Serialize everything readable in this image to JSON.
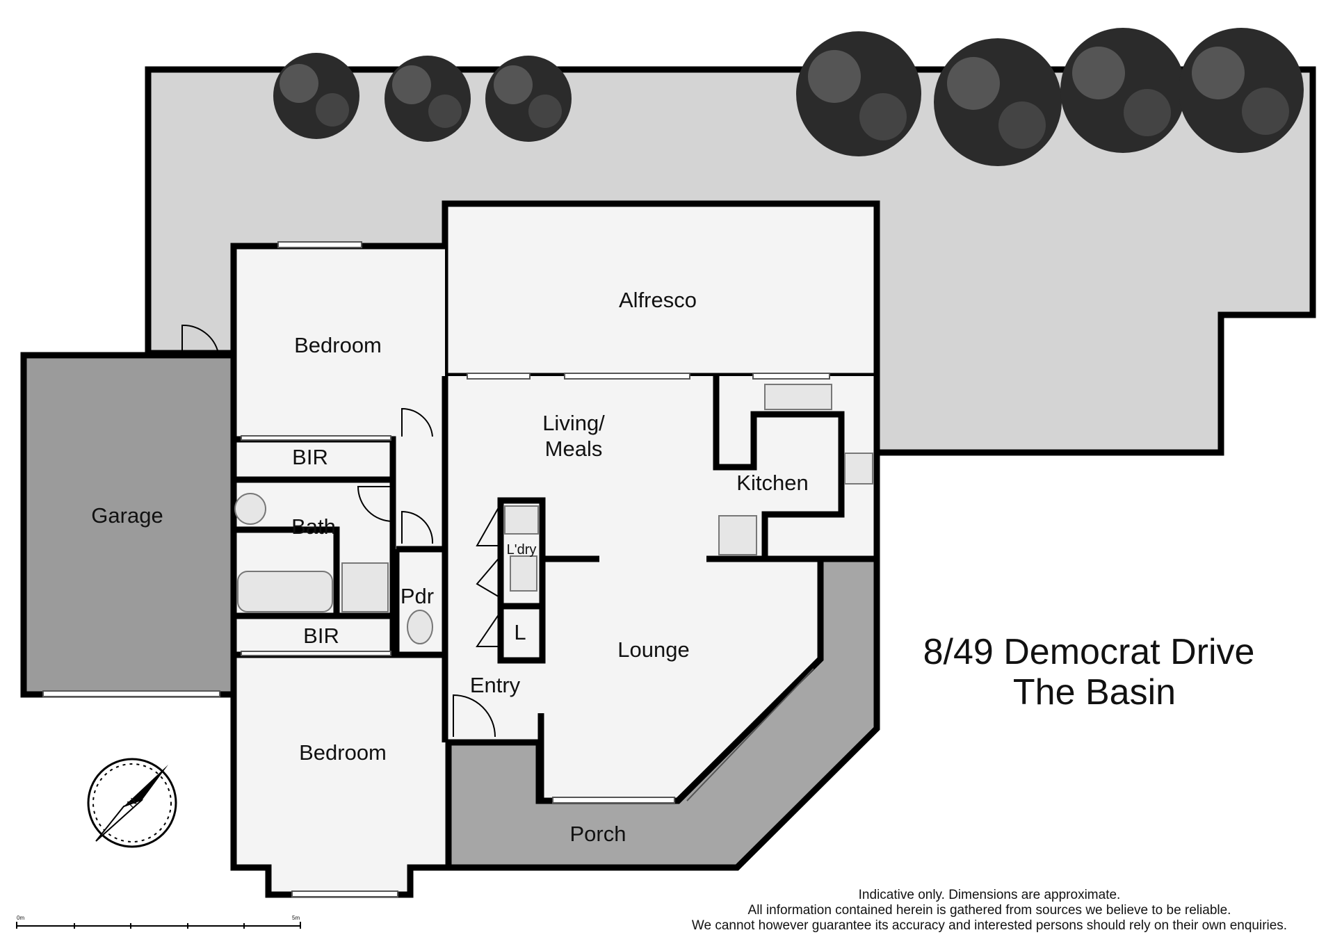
{
  "rooms": {
    "alfresco": "Alfresco",
    "bedroom_top": "Bedroom",
    "bir_top": "BIR",
    "garage": "Garage",
    "bath": "Bath",
    "pdr": "Pdr",
    "bir_bottom": "BIR",
    "bedroom_bottom": "Bedroom",
    "living_line1": "Living/",
    "living_line2": "Meals",
    "kitchen": "Kitchen",
    "laundry": "L'dry",
    "linen": "L",
    "lounge": "Lounge",
    "entry": "Entry",
    "porch": "Porch"
  },
  "address": {
    "line1": "8/49 Democrat Drive",
    "line2": "The Basin"
  },
  "compass": {
    "label": "N"
  },
  "scale_bar": {
    "start": "0m",
    "end": "5m"
  },
  "disclaimer": {
    "line1": "Indicative only. Dimensions are approximate.",
    "line2": "All information contained herein is gathered from sources we believe to be reliable.",
    "line3": "We cannot however guarantee its accuracy and interested persons should rely on their own enquiries."
  },
  "colors": {
    "yard": "#d4d4d4",
    "interior": "#f4f4f4",
    "garage": "#9b9b9b",
    "porch": "#a6a6a6",
    "wall": "#000000",
    "tree": "#2b2b2b"
  }
}
